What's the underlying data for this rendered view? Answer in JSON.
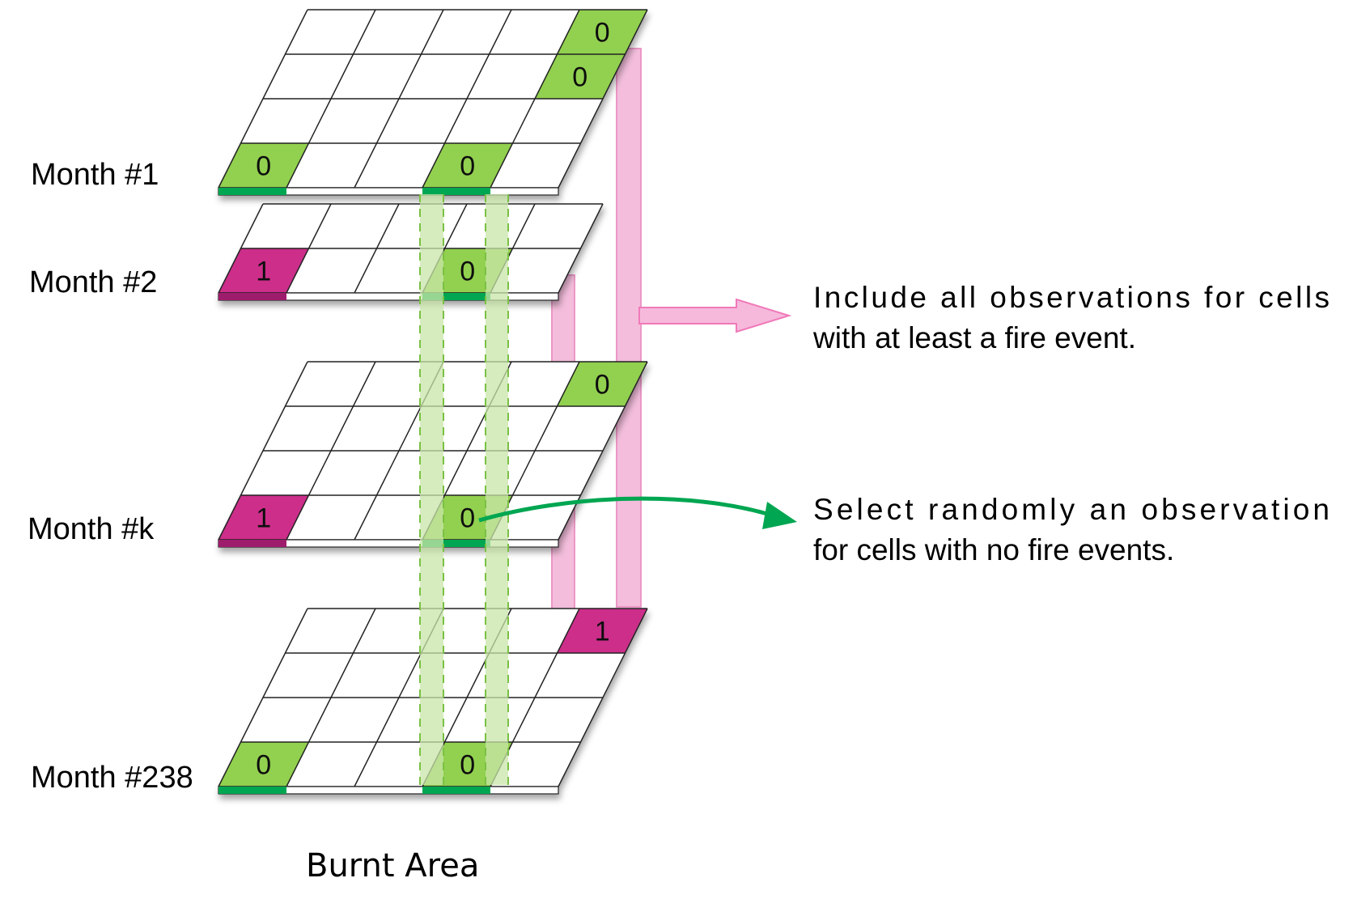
{
  "caption": "Burnt Area",
  "month_labels": [
    "Month #1",
    "Month #2",
    "Month #k",
    "Month #238"
  ],
  "cell_values": {
    "zero": "0",
    "one": "1"
  },
  "annotations": {
    "pink": {
      "line1": "Include  all  observations  for  cells",
      "line2": "with at least a fire event."
    },
    "green": {
      "line1": "Select  randomly  an  observation",
      "line2": "for cells with no fire events."
    }
  },
  "colors": {
    "green_cell": "#92d050",
    "green_edge": "#00a651",
    "magenta_cell": "#cc2f8a",
    "magenta_edge": "#9e1d6c",
    "pink_band": "#f2b6d8",
    "pink_arrow": "#f49ac9",
    "green_band": "#c8e6a8",
    "green_arrow": "#00a651",
    "grid_line": "#222222"
  }
}
